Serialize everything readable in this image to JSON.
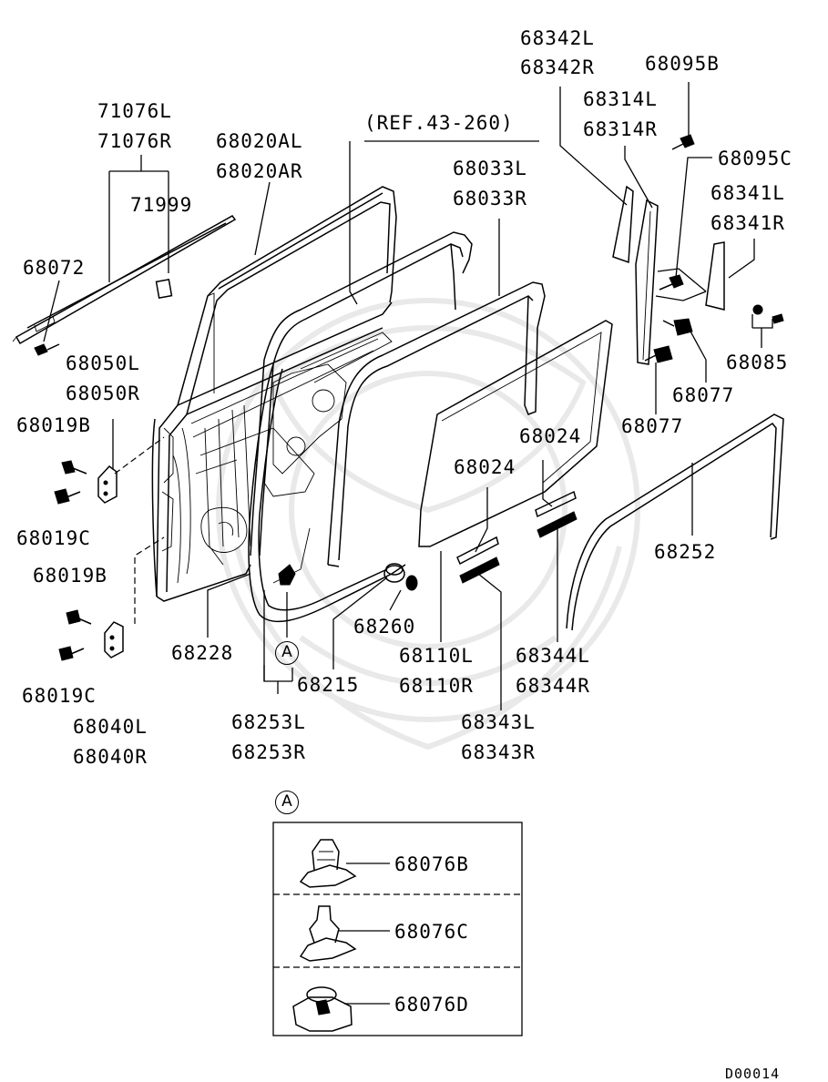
{
  "labels": {
    "p68342": [
      "68342L",
      "68342R"
    ],
    "p68095B": "68095B",
    "p68314": [
      "68314L",
      "68314R"
    ],
    "p68095C": "68095C",
    "p68341": [
      "68341L",
      "68341R"
    ],
    "p68085": "68085",
    "p68077a": "68077",
    "p68077b": "68077",
    "p71076": [
      "71076L",
      "71076R"
    ],
    "p68020": [
      "68020AL",
      "68020AR"
    ],
    "ref": "(REF.43-260)",
    "p68033": [
      "68033L",
      "68033R"
    ],
    "p71999": "71999",
    "p68072": "68072",
    "p68050": [
      "68050L",
      "68050R"
    ],
    "p68019Ba": "68019B",
    "p68019Ca": "68019C",
    "p68019Bb": "68019B",
    "p68019Cb": "68019C",
    "p68040": [
      "68040L",
      "68040R"
    ],
    "p68228": "68228",
    "p68215": "68215",
    "p68253": [
      "68253L",
      "68253R"
    ],
    "p68260": "68260",
    "p68110": [
      "68110L",
      "68110R"
    ],
    "p68024a": "68024",
    "p68024b": "68024",
    "p68344": [
      "68344L",
      "68344R"
    ],
    "p68343": [
      "68343L",
      "68343R"
    ],
    "p68252": "68252"
  },
  "callout": {
    "marker": "A",
    "items": [
      "68076B",
      "68076C",
      "68076D"
    ]
  },
  "code": "D00014"
}
